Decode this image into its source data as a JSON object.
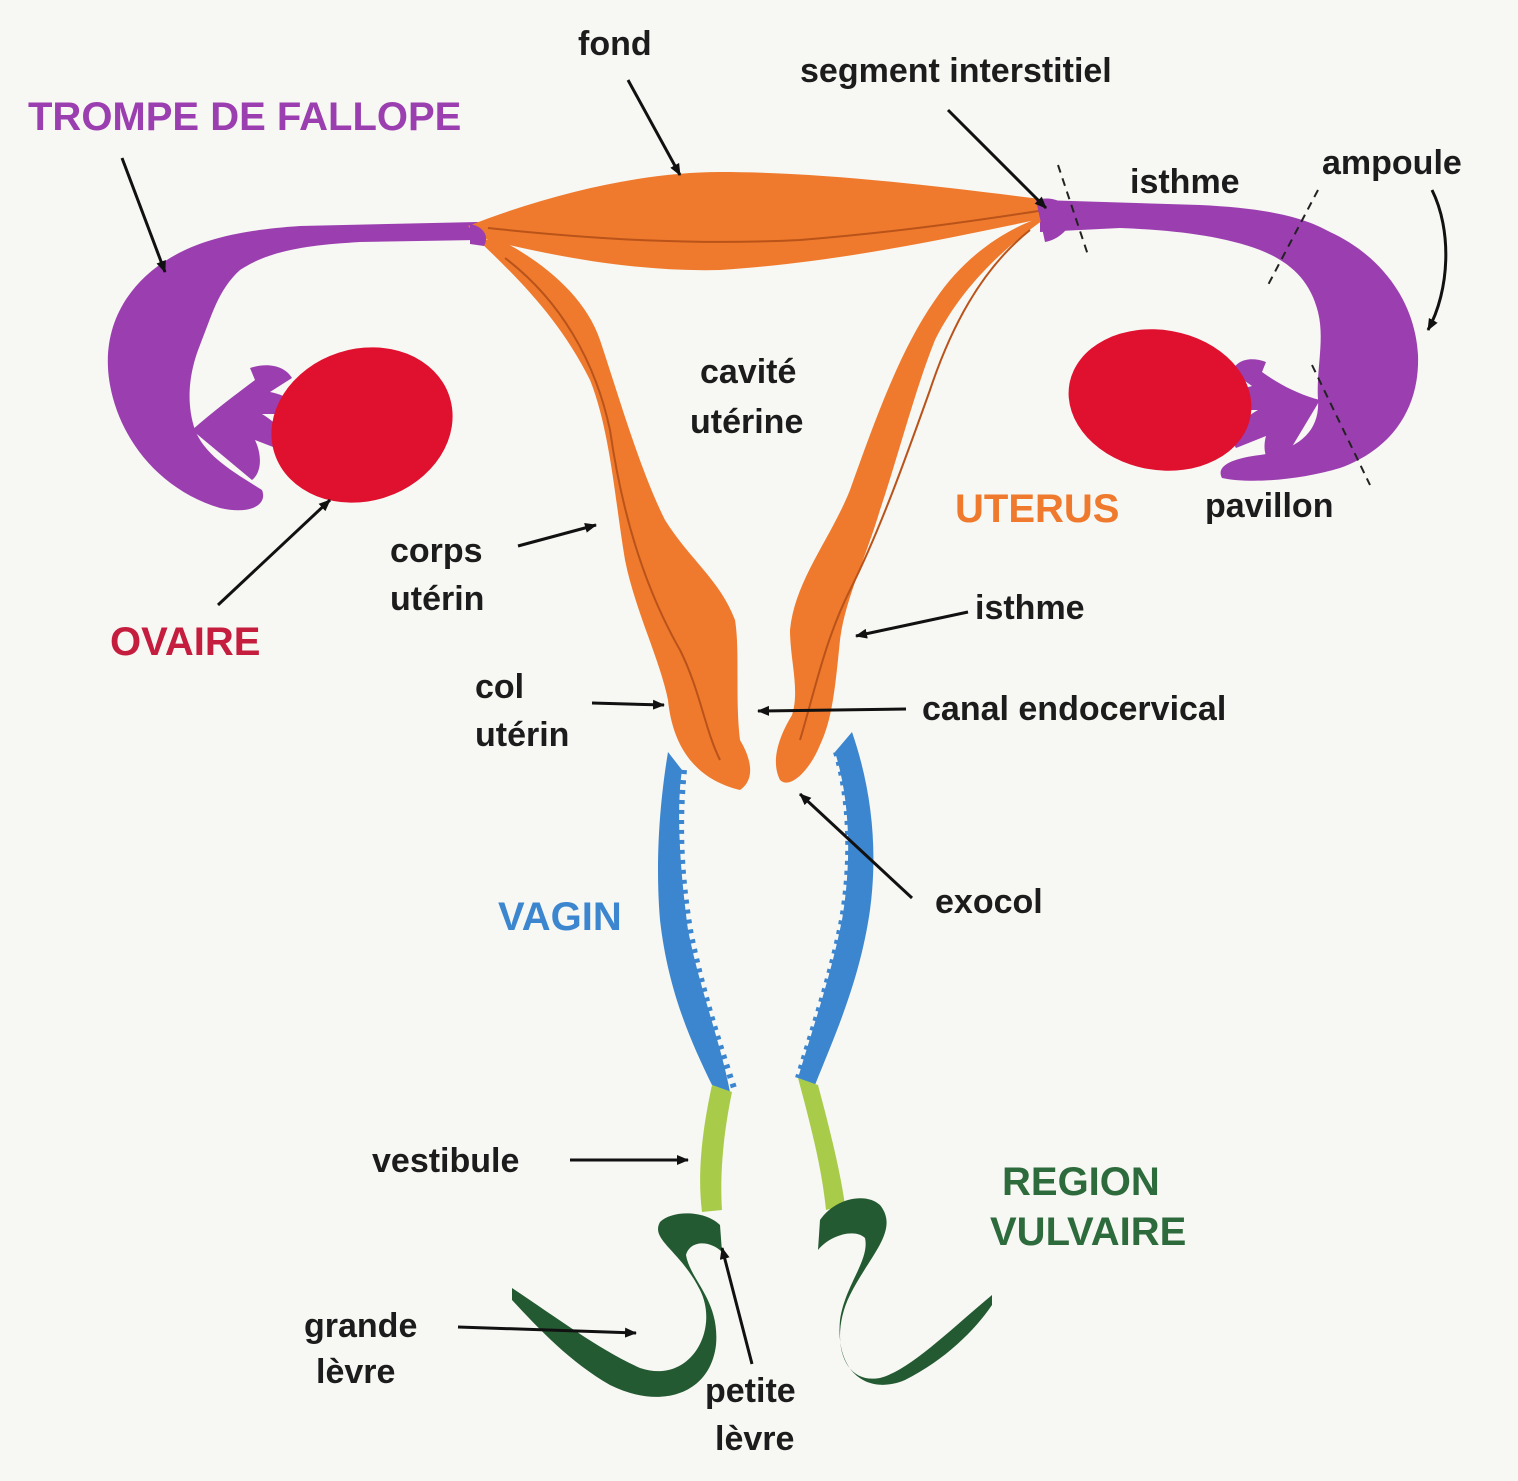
{
  "labels": {
    "fond": "fond",
    "segment_interstitiel": "segment interstitiel",
    "trompe": "TROMPE DE FALLOPE",
    "isthme_tube": "isthme",
    "ampoule": "ampoule",
    "cavite_1": "cavité",
    "cavite_2": "utérine",
    "uterus": "UTERUS",
    "pavillon": "pavillon",
    "corps_1": "corps",
    "corps_2": "utérin",
    "ovaire": "OVAIRE",
    "isthme_uterus": "isthme",
    "col_1": "col",
    "col_2": "utérin",
    "canal": "canal endocervical",
    "exocol": "exocol",
    "vagin": "VAGIN",
    "vestibule": "vestibule",
    "region_1": "REGION",
    "region_2": "VULVAIRE",
    "grande_1": "grande",
    "grande_2": "lèvre",
    "petite_1": "petite",
    "petite_2": "lèvre"
  },
  "colors": {
    "tube": "#9b3fb0",
    "ovary": "#e0102f",
    "uterus": "#ef7a2d",
    "vagina": "#3c86d0",
    "vestibule": "#a8cc4a",
    "vulva": "#245a32"
  }
}
